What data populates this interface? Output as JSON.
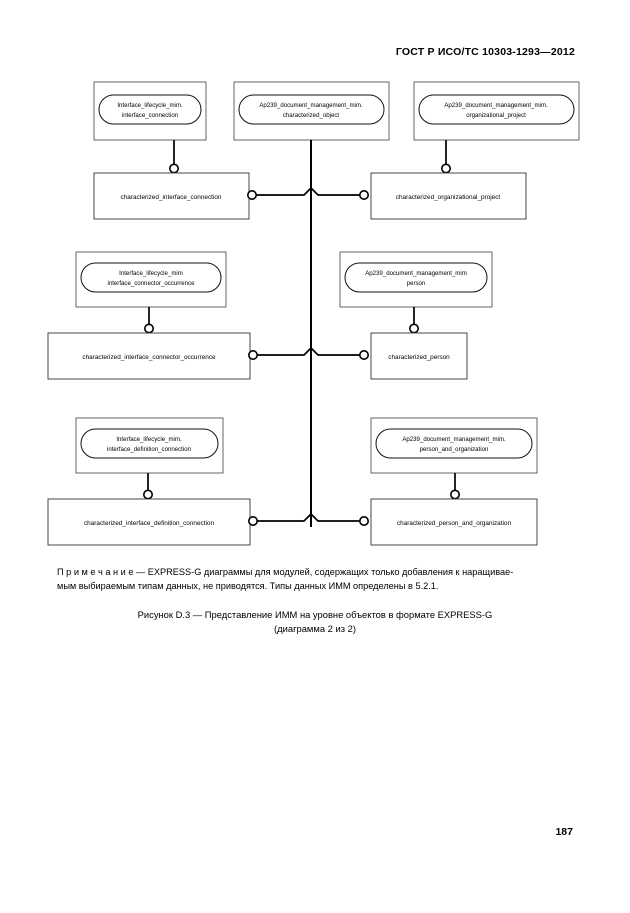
{
  "document": {
    "header": "ГОСТ Р ИСО/ТС 10303-1293—2012",
    "page_number": "187"
  },
  "note": {
    "lead": "П р и м е ч а н и е",
    "dash": "—",
    "text": "EXPRESS-G диаграммы для модулей, содержащих только добавления к наращивае-мым выбираемым типам данных, не приводятся. Типы данных ИММ определены в 5.2.1.",
    "line1": "П р и м е ч а н и е — EXPRESS-G диаграммы для модулей, содержащих только добавления к наращивае-",
    "line2": "мым выбираемым типам данных, не приводятся. Типы данных ИММ определены в 5.2.1."
  },
  "caption": {
    "line1": "Рисунок  D.3 — Представление ИММ на уровне объектов в формате EXPRESS-G",
    "line2": "(диаграмма 2 из 2)"
  },
  "diagram": {
    "type": "express-g",
    "schema_refs": [
      {
        "id": "schema-interface-connection",
        "line1": "Interface_lifecycle_mim.",
        "line2": "interface_connection"
      },
      {
        "id": "schema-characterized-object",
        "line1": "Ap239_document_management_mim.",
        "line2": "characterized_object"
      },
      {
        "id": "schema-organizational-project",
        "line1": "Ap239_document_management_mim.",
        "line2": "organizational_project"
      },
      {
        "id": "schema-interface-connector-occurrence",
        "line1": "Interface_lifecycle_mim",
        "line2": "interface_connector_occurrence"
      },
      {
        "id": "schema-person",
        "line1": "Ap239_document_management_mim",
        "line2": "person"
      },
      {
        "id": "schema-interface-definition-connection",
        "line1": "Interface_lifecycle_mim.",
        "line2": "interface_definition_connection"
      },
      {
        "id": "schema-person-and-organization",
        "line1": "Ap239_document_management_mim.",
        "line2": "person_and_organization"
      }
    ],
    "entities": [
      {
        "id": "entity-characterized-interface-connection",
        "label": "characterized_interface_connection"
      },
      {
        "id": "entity-characterized-organizational-project",
        "label": "characterized_organizational_project"
      },
      {
        "id": "entity-characterized-interface-connector-occurrence",
        "label": "characterized_interface_connector_occurrence"
      },
      {
        "id": "entity-characterized-person",
        "label": "characterized_person"
      },
      {
        "id": "entity-characterized-interface-definition-connection",
        "label": "characterized_interface_definition_connection"
      },
      {
        "id": "entity-characterized-person-and-organization",
        "label": "characterized_person_and_organization"
      }
    ]
  }
}
